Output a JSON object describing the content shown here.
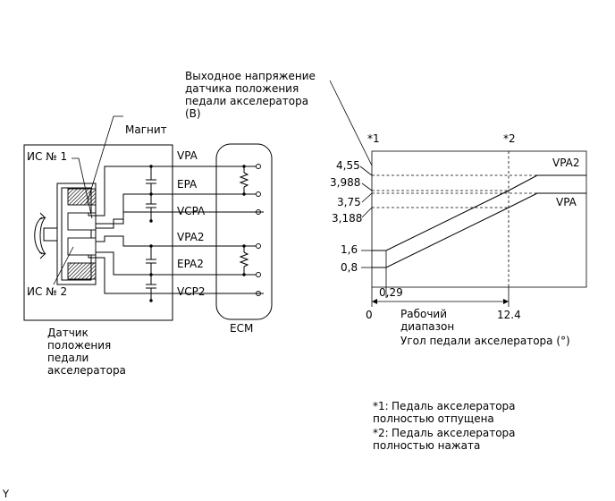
{
  "labels": {
    "magnet": "Магнит",
    "ic1": "ИС № 1",
    "ic2": "ИС № 2",
    "sensor": [
      "Датчик",
      "положения",
      "педали",
      "акселератора"
    ],
    "ecm": "ECM",
    "bottom_left": "Y"
  },
  "pins": [
    "VPA",
    "EPA",
    "VCPA",
    "VPA2",
    "EPA2",
    "VCP2"
  ],
  "chart_data": {
    "type": "line",
    "title": [
      "Выходное напряжение",
      "датчика положения",
      "педали акселератора",
      "(В)"
    ],
    "xlabel": "Угол педали акселератора (°)",
    "range_label": [
      "Рабочий",
      "диапазон"
    ],
    "x_ticks": [
      "0",
      "0,29",
      "12.4"
    ],
    "y_ticks": [
      "4,55",
      "3,988",
      "3,75",
      "3,188",
      "1,6",
      "0,8"
    ],
    "markers": [
      "*1",
      "*2"
    ],
    "series": [
      {
        "name": "VPA2",
        "x": [
          0.29,
          1.1,
          12.4,
          16
        ],
        "y": [
          1.6,
          1.6,
          3.988,
          4.55
        ]
      },
      {
        "name": "VPA",
        "x": [
          0.29,
          1.1,
          12.4,
          16
        ],
        "y": [
          0.8,
          0.8,
          3.188,
          3.75
        ]
      }
    ]
  },
  "notes": [
    {
      "marker": "*1:",
      "lines": [
        "Педаль акселератора",
        "полностью отпущена"
      ]
    },
    {
      "marker": "*2:",
      "lines": [
        "Педаль акселератора",
        "полностью нажата"
      ]
    }
  ]
}
